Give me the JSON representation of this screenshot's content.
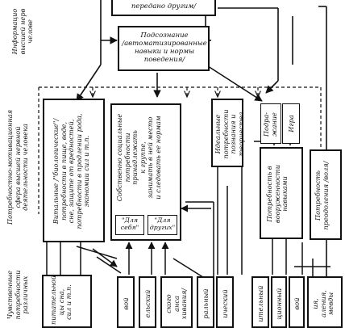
{
  "level_labels": {
    "information_level": "Информацио\nвысшей нерв\nчелове",
    "motivational_level": "Потребностно-мотивационная\nсфера высшей нервной\nдеятельности человека",
    "sensory_level": "Чувственные\nпотребности\nразличных"
  },
  "boxes": {
    "top_fragment": "передано другим/",
    "subconscious": "Подсознание\n/автоматизированные\nнавыки и нормы\nповедения/",
    "vital": "Витальные /\"биологические\"/\nпотребности в пище, воде,\nсне, защите от вредностей,\nпотребности в продлении рода,\nэкономии сил и т.п.",
    "social": "Собственно социальные\nпотребности\nпринадлежать\nк группе,\nзанимать в ней место\nи следовать ее нормам",
    "for_self": "\"Для\nсебя\"",
    "for_others": "\"Для\nдругих\"",
    "ideal": "Идеальные\nпотребности\nпознания и\nтворчества",
    "imitation": "Подра-\nжание",
    "play": "Игра",
    "armament": "Потребность в\nвооруженности\nнавыками",
    "overcoming": "Потребность\nпреодоления /воля/"
  },
  "bottom_items": {
    "b1": "питательной\nцы сна,\nсил и т.п.",
    "b2": "вой",
    "b3": "ельский",
    "b4": "ского\nанса\nхивания/",
    "b5": "ральный",
    "b6": "ический",
    "b7": "ительный",
    "b8": "ционный",
    "b9": "вой",
    "b10": "ия,\nаления,\nмевды"
  }
}
